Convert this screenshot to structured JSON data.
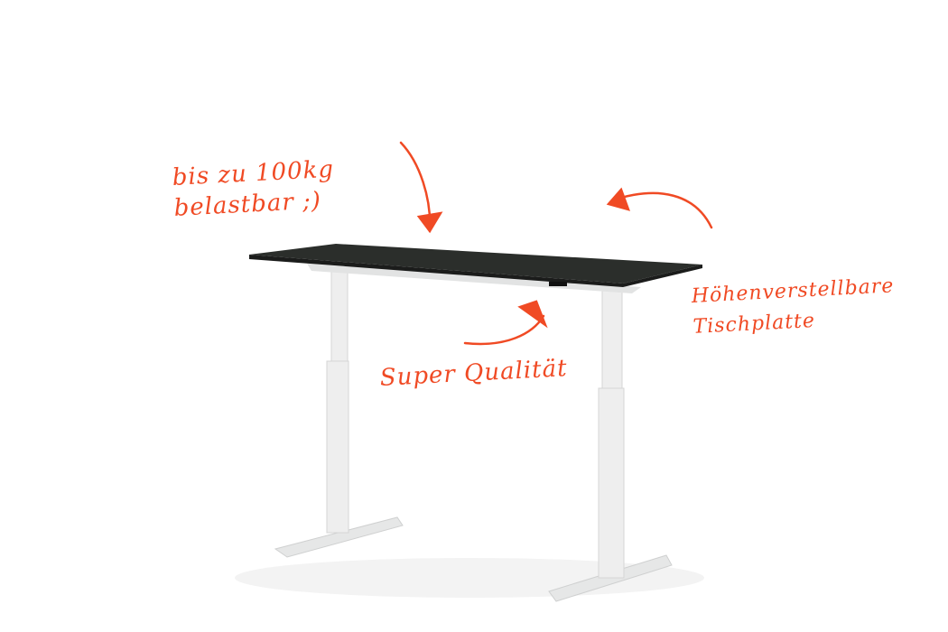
{
  "annotations": {
    "load": {
      "line1": "bis zu 100kg",
      "line2": "belastbar ;)"
    },
    "height": {
      "line1": "Höhenverstellbare",
      "line2": "Tischplatte"
    },
    "quality": {
      "text": "Super Qualität"
    }
  },
  "colors": {
    "ink": "#f04a24",
    "tabletop": "#2b2e2b",
    "frame": "#eceded"
  }
}
